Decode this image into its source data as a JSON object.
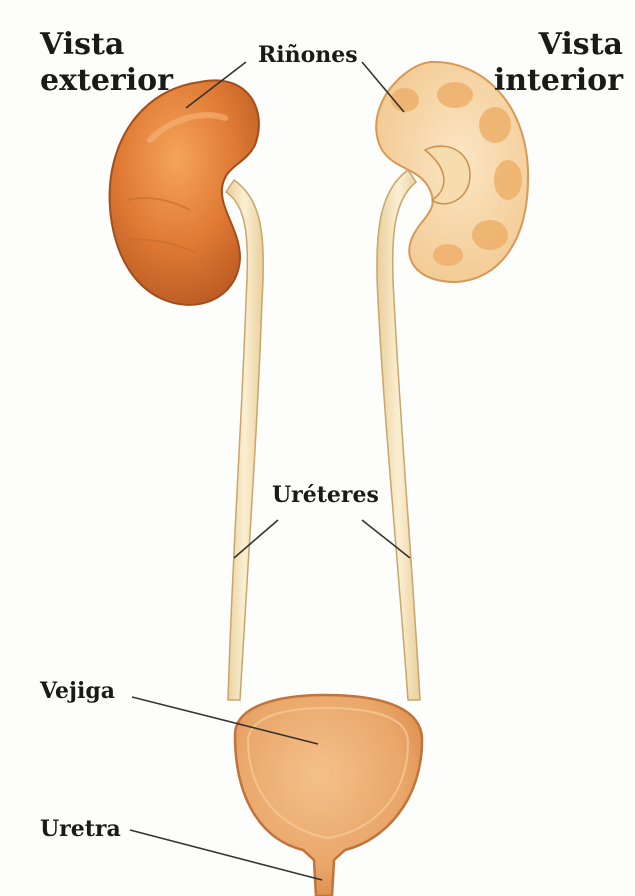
{
  "labels": {
    "vista_exterior_line1": "Vista",
    "vista_exterior_line2": "exterior",
    "vista_interior_line1": "Vista",
    "vista_interior_line2": "interior",
    "rinones": "Riñones",
    "ureteres": "Uréteres",
    "vejiga": "Vejiga",
    "uretra": "Uretra"
  },
  "colors": {
    "kidney_exterior": "#e07a35",
    "kidney_interior": "#f8d5a2",
    "ureter": "#f6e3b8",
    "bladder": "#e9a669",
    "label_text": "#1a1a1a",
    "leader_line": "#333333"
  }
}
